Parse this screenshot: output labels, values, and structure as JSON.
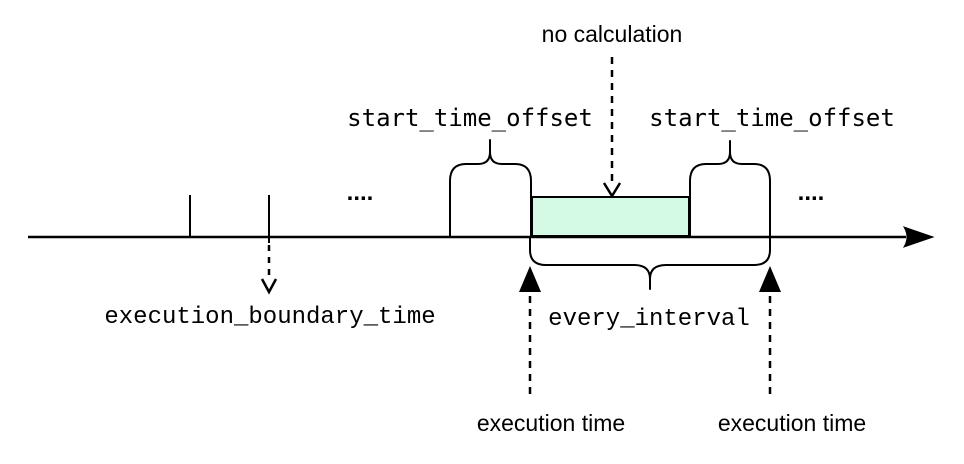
{
  "diagram": {
    "title": "interval execution timeline",
    "colors": {
      "background": "#ffffff",
      "stroke": "#000000",
      "no_calculation_fill": "#d4fae6"
    },
    "labels": {
      "no_calculation": "no calculation",
      "start_time_offset_left": "start_time_offset",
      "start_time_offset_right": "start_time_offset",
      "execution_boundary_time": "execution_boundary_time",
      "every_interval": "every_interval",
      "execution_time_left": "execution time",
      "execution_time_right": "execution time",
      "ellipsis_left": "....",
      "ellipsis_right": "...."
    }
  }
}
